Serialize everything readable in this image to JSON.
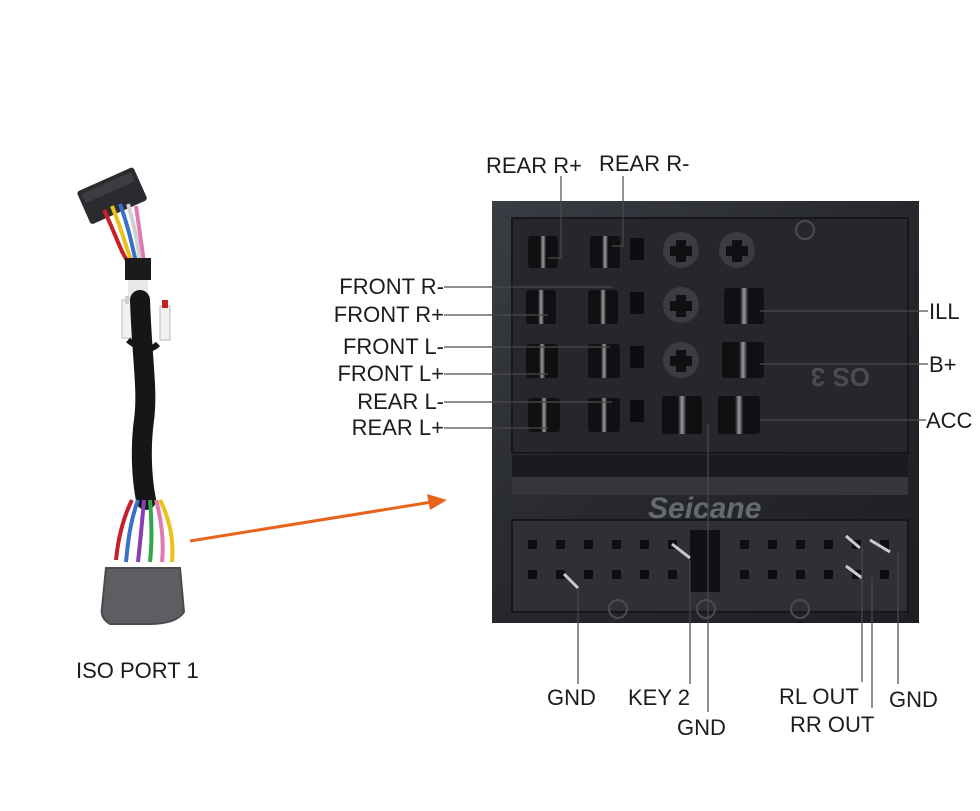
{
  "cable": {
    "caption": "ISO PORT 1"
  },
  "watermark": "Seicane",
  "connector_marking": "OS 3",
  "top_labels": [
    "REAR R+",
    "REAR R-"
  ],
  "left_labels": [
    "FRONT R-",
    "FRONT R+",
    "FRONT L-",
    "FRONT L+",
    "REAR L-",
    "REAR L+"
  ],
  "right_labels": [
    "ILL",
    "B+",
    "ACC"
  ],
  "bottom_labels": [
    "GND",
    "KEY 2",
    "GND",
    "RL OUT",
    "RR OUT",
    "GND"
  ],
  "colors": {
    "arrow": "#e8641c",
    "connector_body": "#2b2d33",
    "leader": "#4a4a4a"
  }
}
